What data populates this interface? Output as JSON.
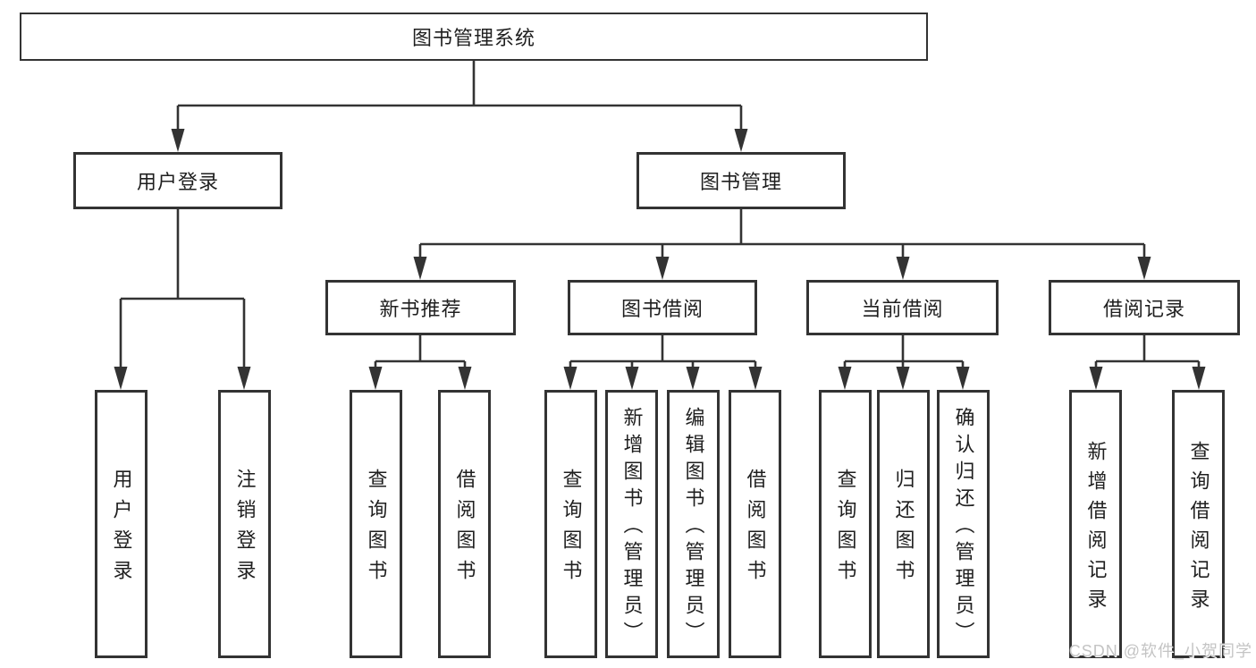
{
  "root": {
    "label": "图书管理系统"
  },
  "level2": [
    {
      "label": "用户登录"
    },
    {
      "label": "图书管理"
    }
  ],
  "level3": [
    {
      "label": "新书推荐",
      "parent": "图书管理"
    },
    {
      "label": "图书借阅",
      "parent": "图书管理"
    },
    {
      "label": "当前借阅",
      "parent": "图书管理"
    },
    {
      "label": "借阅记录",
      "parent": "图书管理"
    }
  ],
  "leaves": [
    {
      "label": "用户登录",
      "parent": "用户登录"
    },
    {
      "label": "注销登录",
      "parent": "用户登录"
    },
    {
      "label": "查询图书",
      "parent": "新书推荐"
    },
    {
      "label": "借阅图书",
      "parent": "新书推荐"
    },
    {
      "label": "查询图书",
      "parent": "图书借阅"
    },
    {
      "label": "新增图书（管理员）",
      "parent": "图书借阅"
    },
    {
      "label": "编辑图书（管理员）",
      "parent": "图书借阅"
    },
    {
      "label": "借阅图书",
      "parent": "图书借阅"
    },
    {
      "label": "查询图书",
      "parent": "当前借阅"
    },
    {
      "label": "归还图书",
      "parent": "当前借阅"
    },
    {
      "label": "确认归还（管理员）",
      "parent": "当前借阅"
    },
    {
      "label": "新增借阅记录",
      "parent": "借阅记录"
    },
    {
      "label": "查询借阅记录",
      "parent": "借阅记录"
    }
  ],
  "watermark": {
    "text": "CSDN @软件_小贺同学",
    "color": "#c4c4c4"
  },
  "colors": {
    "line": "#333333",
    "box_border": "#333333",
    "box_background": "#ffffff",
    "text": "#1f1f1f",
    "page_background": "#ffffff"
  }
}
